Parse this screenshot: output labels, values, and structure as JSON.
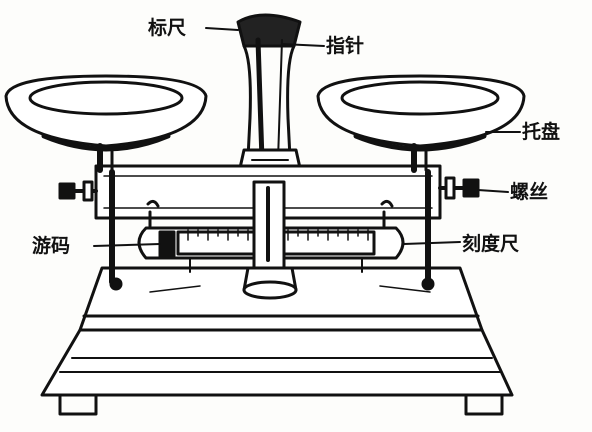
{
  "labels": {
    "scale_ruler": "标尺",
    "pointer": "指针",
    "tray": "托盘",
    "nut": "螺丝",
    "rider": "游码",
    "graduated_beam": "刻度尺"
  },
  "colors": {
    "ink": "#111111",
    "paper": "#fdfdfb"
  }
}
